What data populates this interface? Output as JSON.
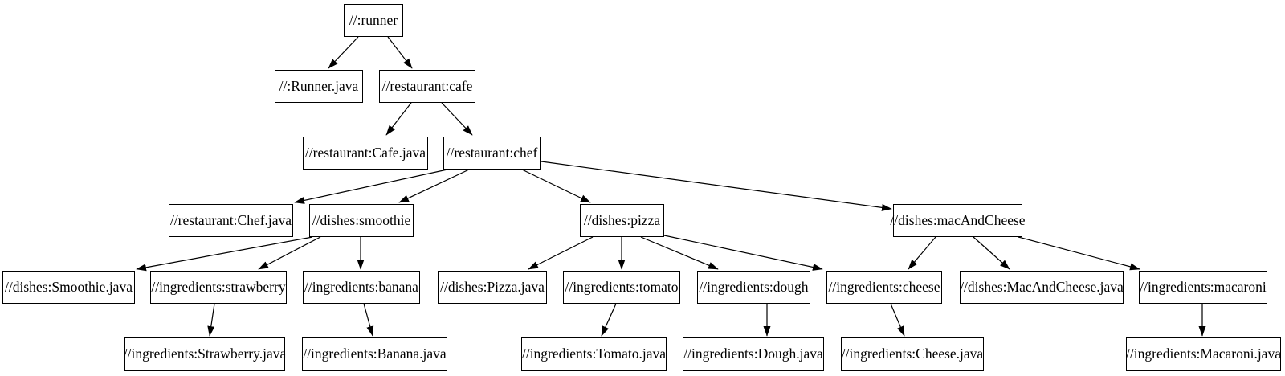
{
  "diagram": {
    "type": "dependency-graph",
    "style": "graphviz-tree",
    "colors": {
      "background": "#ffffff",
      "node_fill": "#ffffff",
      "node_border": "#000000",
      "edge": "#000000",
      "text": "#000000"
    },
    "nodes": [
      {
        "id": "runner",
        "label": "//:runner"
      },
      {
        "id": "runner-java",
        "label": "//:Runner.java"
      },
      {
        "id": "cafe",
        "label": "//restaurant:cafe"
      },
      {
        "id": "cafe-java",
        "label": "//restaurant:Cafe.java"
      },
      {
        "id": "chef",
        "label": "//restaurant:chef"
      },
      {
        "id": "chef-java",
        "label": "//restaurant:Chef.java"
      },
      {
        "id": "smoothie",
        "label": "//dishes:smoothie"
      },
      {
        "id": "pizza",
        "label": "//dishes:pizza"
      },
      {
        "id": "mac-and-cheese",
        "label": "//dishes:macAndCheese"
      },
      {
        "id": "smoothie-java",
        "label": "//dishes:Smoothie.java"
      },
      {
        "id": "strawberry",
        "label": "//ingredients:strawberry"
      },
      {
        "id": "banana",
        "label": "//ingredients:banana"
      },
      {
        "id": "pizza-java",
        "label": "//dishes:Pizza.java"
      },
      {
        "id": "tomato",
        "label": "//ingredients:tomato"
      },
      {
        "id": "dough",
        "label": "//ingredients:dough"
      },
      {
        "id": "cheese",
        "label": "//ingredients:cheese"
      },
      {
        "id": "mac-and-cheese-java",
        "label": "//dishes:MacAndCheese.java"
      },
      {
        "id": "macaroni",
        "label": "//ingredients:macaroni"
      },
      {
        "id": "strawberry-java",
        "label": "//ingredients:Strawberry.java"
      },
      {
        "id": "banana-java",
        "label": "//ingredients:Banana.java"
      },
      {
        "id": "tomato-java",
        "label": "//ingredients:Tomato.java"
      },
      {
        "id": "dough-java",
        "label": "//ingredients:Dough.java"
      },
      {
        "id": "cheese-java",
        "label": "//ingredients:Cheese.java"
      },
      {
        "id": "macaroni-java",
        "label": "//ingredients:Macaroni.java"
      }
    ],
    "edges": [
      {
        "from": "runner",
        "to": "runner-java"
      },
      {
        "from": "runner",
        "to": "cafe"
      },
      {
        "from": "cafe",
        "to": "cafe-java"
      },
      {
        "from": "cafe",
        "to": "chef"
      },
      {
        "from": "chef",
        "to": "chef-java"
      },
      {
        "from": "chef",
        "to": "smoothie"
      },
      {
        "from": "chef",
        "to": "pizza"
      },
      {
        "from": "chef",
        "to": "mac-and-cheese"
      },
      {
        "from": "smoothie",
        "to": "smoothie-java"
      },
      {
        "from": "smoothie",
        "to": "strawberry"
      },
      {
        "from": "smoothie",
        "to": "banana"
      },
      {
        "from": "strawberry",
        "to": "strawberry-java"
      },
      {
        "from": "banana",
        "to": "banana-java"
      },
      {
        "from": "pizza",
        "to": "pizza-java"
      },
      {
        "from": "pizza",
        "to": "tomato"
      },
      {
        "from": "pizza",
        "to": "dough"
      },
      {
        "from": "pizza",
        "to": "cheese"
      },
      {
        "from": "mac-and-cheese",
        "to": "cheese"
      },
      {
        "from": "mac-and-cheese",
        "to": "mac-and-cheese-java"
      },
      {
        "from": "mac-and-cheese",
        "to": "macaroni"
      },
      {
        "from": "tomato",
        "to": "tomato-java"
      },
      {
        "from": "dough",
        "to": "dough-java"
      },
      {
        "from": "cheese",
        "to": "cheese-java"
      },
      {
        "from": "macaroni",
        "to": "macaroni-java"
      }
    ]
  }
}
